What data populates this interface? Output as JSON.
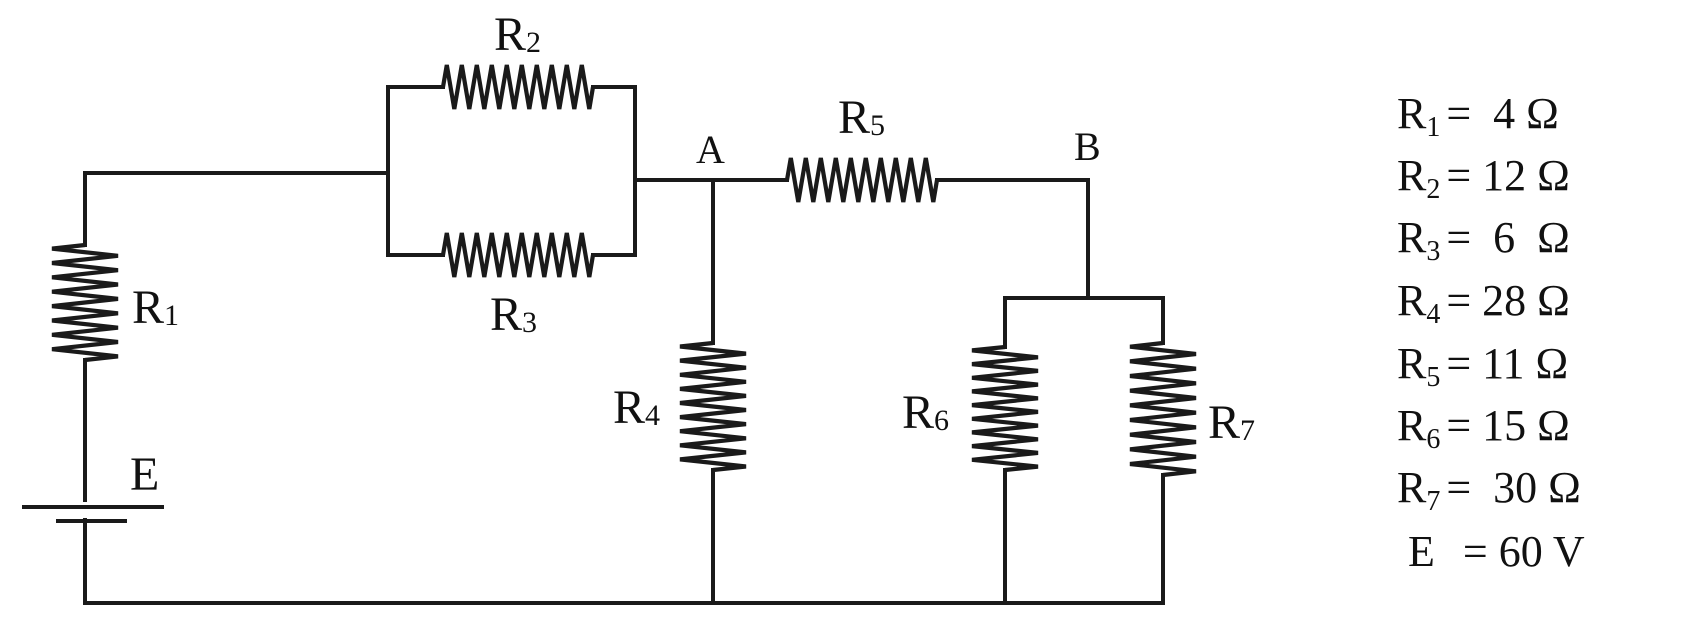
{
  "circuit": {
    "components": {
      "R1": {
        "label": "R",
        "sub": "1"
      },
      "R2": {
        "label": "R",
        "sub": "2"
      },
      "R3": {
        "label": "R",
        "sub": "3"
      },
      "R4": {
        "label": "R",
        "sub": "4"
      },
      "R5": {
        "label": "R",
        "sub": "5"
      },
      "R6": {
        "label": "R",
        "sub": "6"
      },
      "R7": {
        "label": "R",
        "sub": "7"
      },
      "E": {
        "label": "E"
      }
    },
    "nodes": {
      "A": "A",
      "B": "B"
    }
  },
  "values_table": {
    "rows": [
      {
        "symbol": "R",
        "sub": "1",
        "text": "=  4 Ω"
      },
      {
        "symbol": "R",
        "sub": "2",
        "text": "= 12 Ω"
      },
      {
        "symbol": "R",
        "sub": "3",
        "text": "=  6  Ω"
      },
      {
        "symbol": "R",
        "sub": "4",
        "text": "= 28 Ω"
      },
      {
        "symbol": "R",
        "sub": "5",
        "text": "= 11 Ω"
      },
      {
        "symbol": "R",
        "sub": "6",
        "text": "= 15 Ω"
      },
      {
        "symbol": "R",
        "sub": "7",
        "text": "=  30 Ω"
      },
      {
        "symbol": "E",
        "sub": "",
        "text": "  = 60 V"
      }
    ]
  }
}
